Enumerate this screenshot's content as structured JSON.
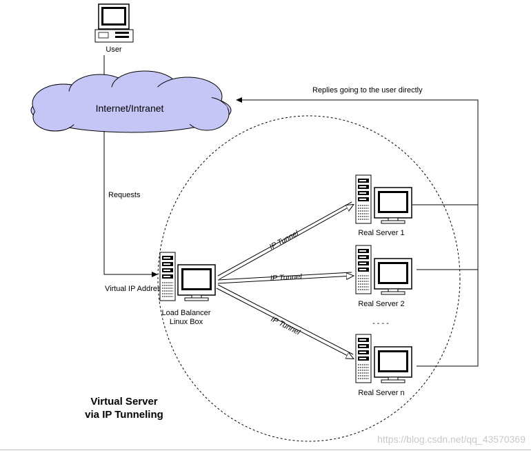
{
  "user": {
    "label": "User"
  },
  "cloud": {
    "label": "Internet/Intranet"
  },
  "links": {
    "replies": "Replies going to the user directly",
    "requests": "Requests",
    "virtual_ip": "Virtual IP Address"
  },
  "load_balancer": {
    "line1": "Load Balancer",
    "line2": "Linux Box"
  },
  "servers": [
    {
      "label": "Real Server 1",
      "tunnel_label": "IP Tunnel"
    },
    {
      "label": "Real Server 2",
      "tunnel_label": "IP Tunnel"
    },
    {
      "label": "Real Server n",
      "tunnel_label": "IP Tunnel"
    }
  ],
  "ellipsis": "- - - -",
  "title": {
    "line1": "Virtual Server",
    "line2": "via IP Tunneling"
  },
  "watermark": "https://blog.csdn.net/qq_43570369",
  "colors": {
    "cloud_fill": "#c6c6f6",
    "line": "#000000",
    "screen": "#ffffff"
  }
}
